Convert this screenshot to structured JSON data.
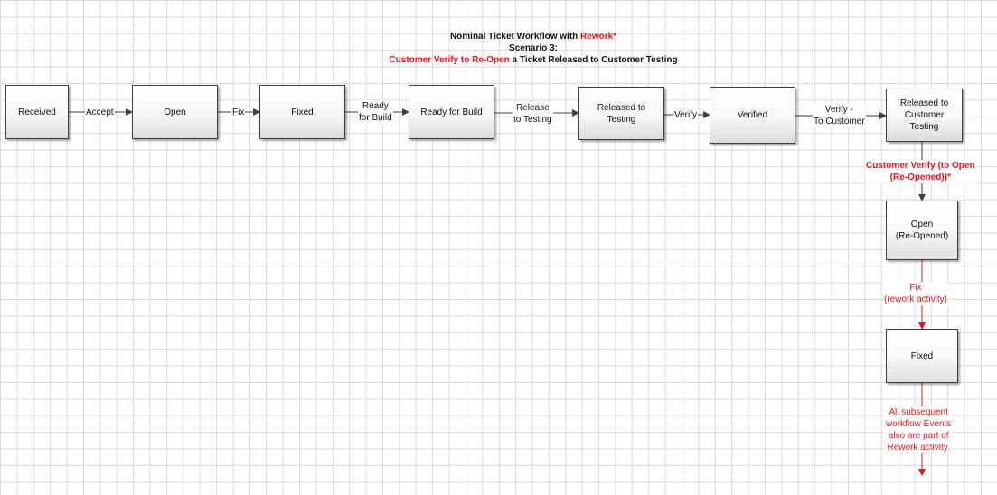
{
  "title": {
    "line1_prefix": "Nominal Ticket Workflow with ",
    "line1_highlight": "Rework*",
    "line2": "Scenario 3:",
    "line3_highlight": "Customer Verify to Re-Open",
    "line3_rest": " a Ticket Released to Customer Testing"
  },
  "nodes": {
    "received": "Received",
    "open": "Open",
    "fixed": "Fixed",
    "ready_for_build": "Ready for Build",
    "released_to_testing": "Released to\nTesting",
    "verified": "Verified",
    "released_to_customer_testing": "Released to\nCustomer\nTesting",
    "open_reopened": "Open\n(Re-Opened)",
    "fixed_rework": "Fixed"
  },
  "edges": {
    "accept": "Accept",
    "fix": "Fix",
    "ready_for_build": "Ready\nfor Build",
    "release_to_testing": "Release\nto Testing",
    "verify": "Verify",
    "verify_to_customer": "Verify -\nTo Customer",
    "customer_verify": "Customer Verify (to Open\n(Re-Opened))*",
    "fix_rework": "Fix\n(rework activity)",
    "subsequent_note": "All subsequent\nworkflow Events\nalso are part of\nRework activity."
  },
  "colors": {
    "rework": "#e0161c",
    "connector": "#404040",
    "grid": "#d9d9d9"
  }
}
